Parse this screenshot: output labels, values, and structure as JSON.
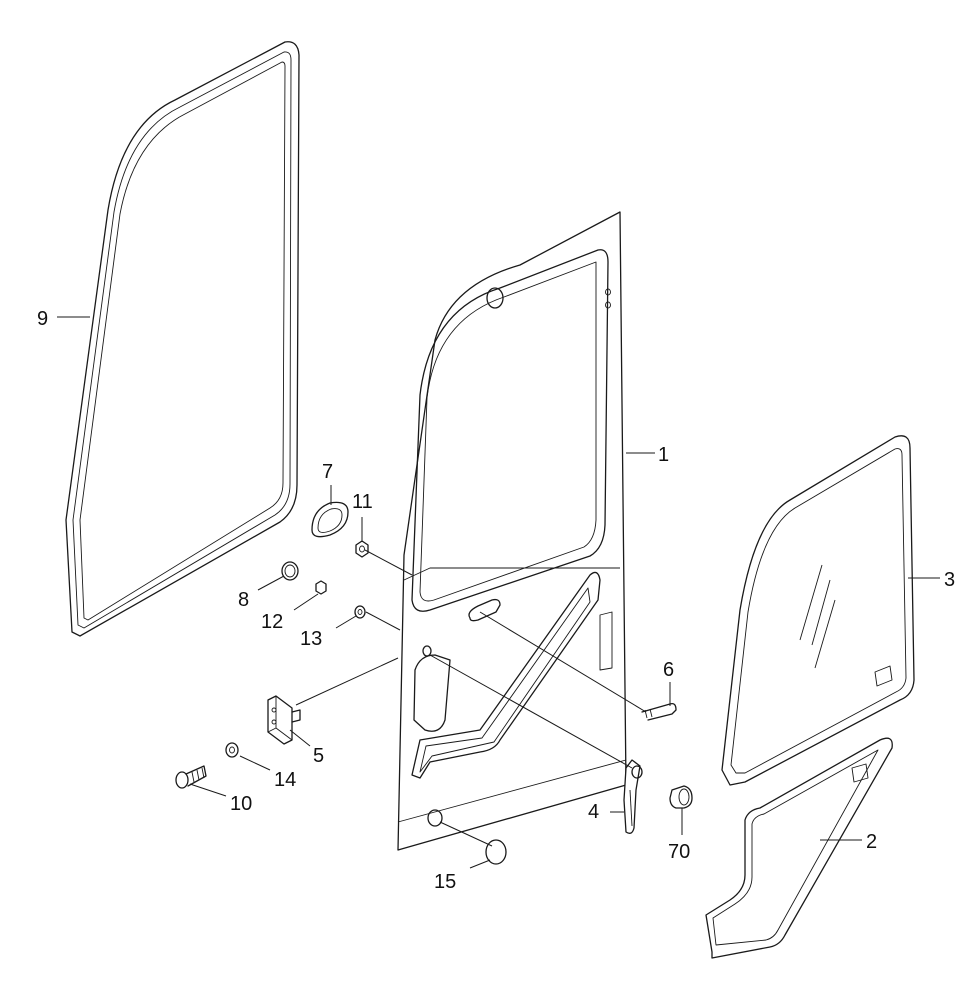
{
  "diagram": {
    "callouts": [
      {
        "id": "c1",
        "label": "1"
      },
      {
        "id": "c2",
        "label": "2"
      },
      {
        "id": "c3",
        "label": "3"
      },
      {
        "id": "c4",
        "label": "4"
      },
      {
        "id": "c5",
        "label": "5"
      },
      {
        "id": "c6",
        "label": "6"
      },
      {
        "id": "c7",
        "label": "7"
      },
      {
        "id": "c8",
        "label": "8"
      },
      {
        "id": "c9",
        "label": "9"
      },
      {
        "id": "c10",
        "label": "10"
      },
      {
        "id": "c11",
        "label": "11"
      },
      {
        "id": "c12",
        "label": "12"
      },
      {
        "id": "c13",
        "label": "13"
      },
      {
        "id": "c14",
        "label": "14"
      },
      {
        "id": "c15",
        "label": "15"
      },
      {
        "id": "c70",
        "label": "70"
      }
    ]
  }
}
